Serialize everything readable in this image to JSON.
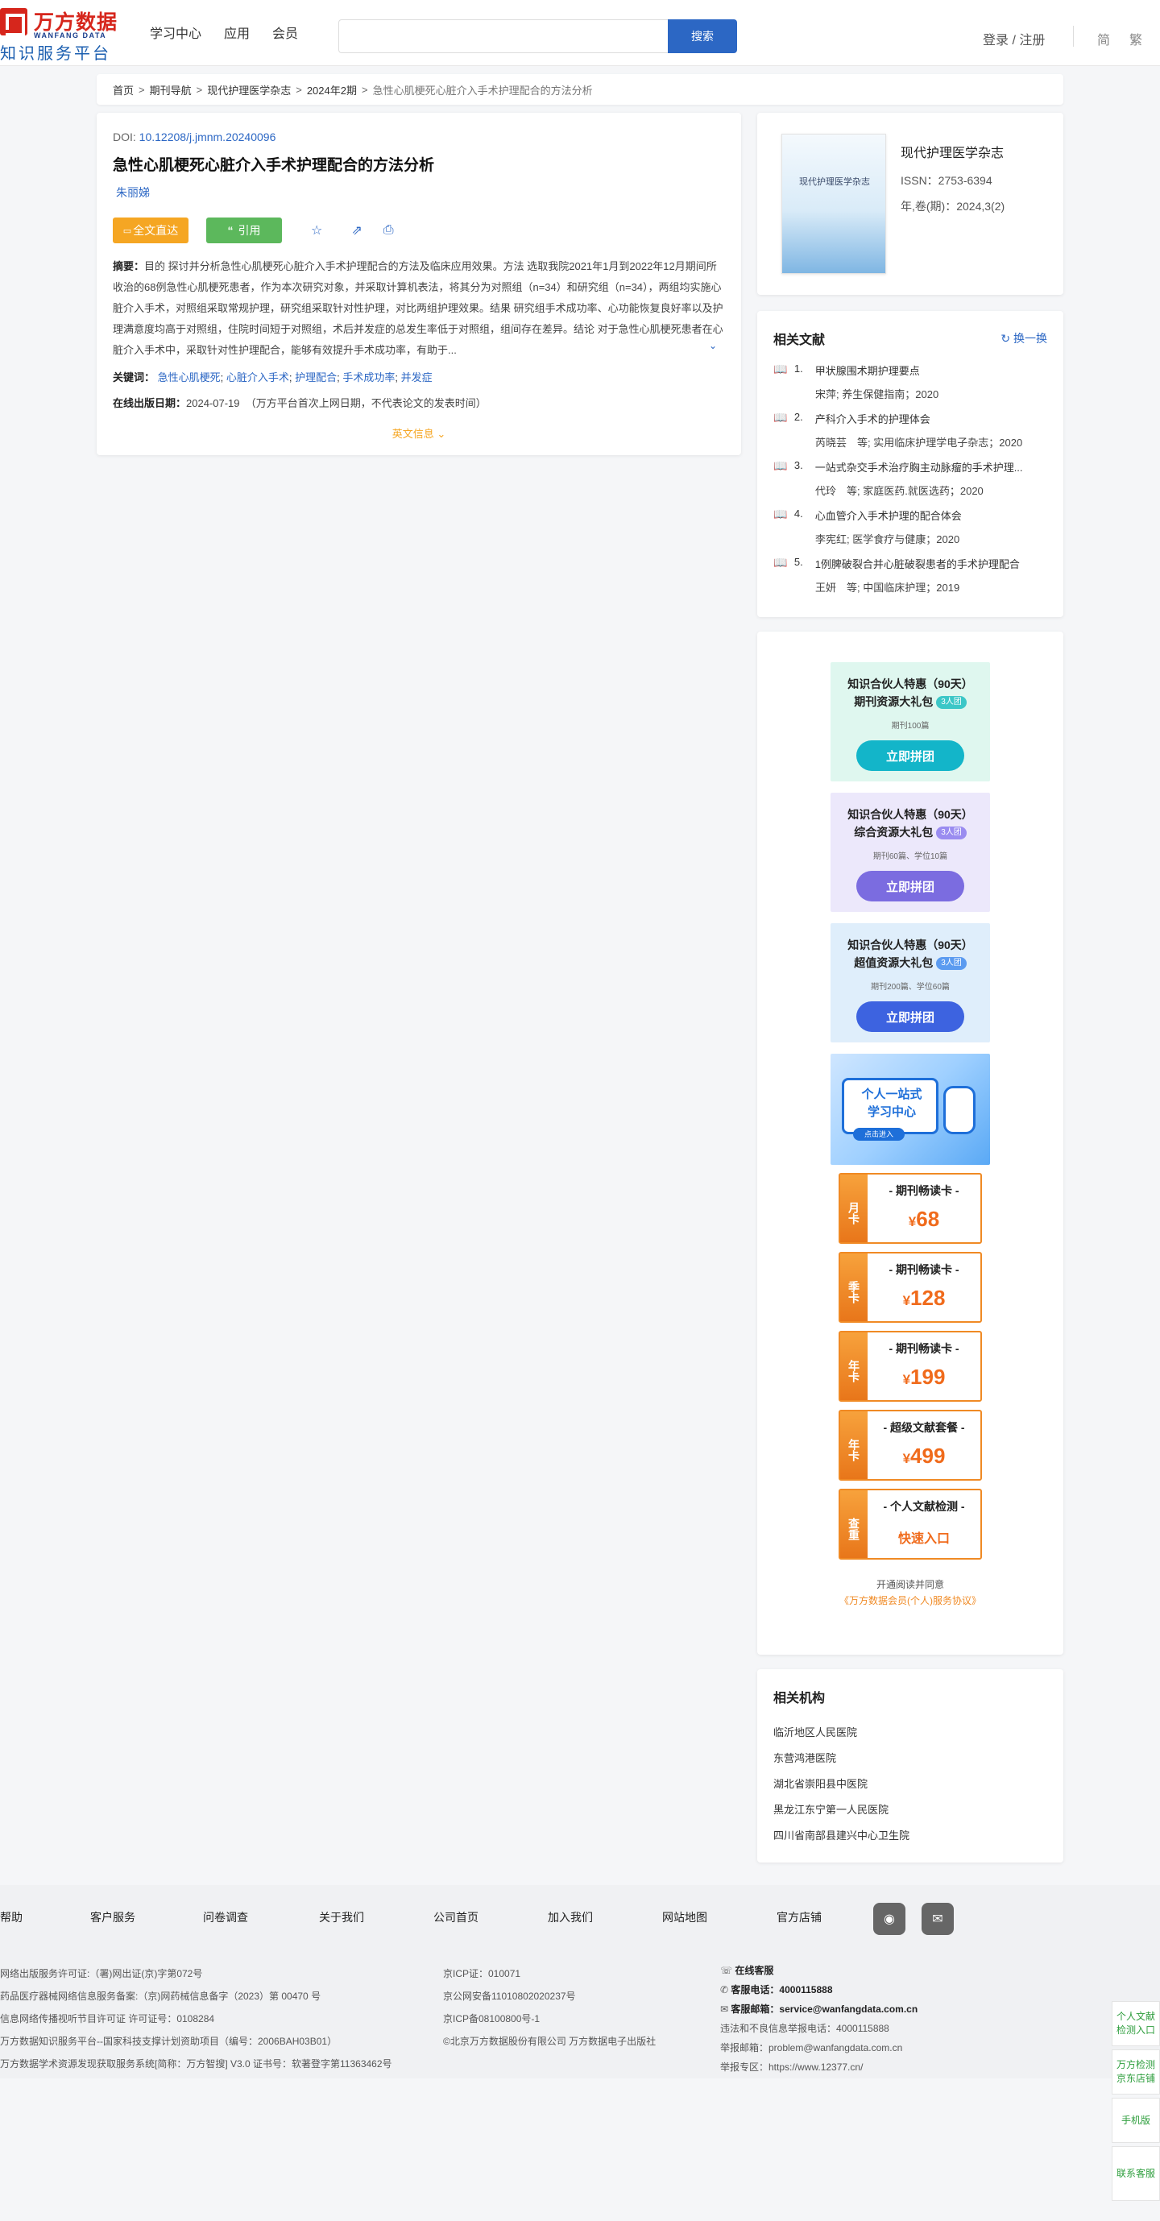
{
  "header": {
    "logo_cn": "万方数据",
    "logo_en": "WANFANG DATA",
    "logo_sub": "知识服务平台",
    "nav": [
      "学习中心",
      "应用",
      "会员"
    ],
    "search_button": "搜索",
    "login": "登录 / 注册",
    "lang_simplified": "简",
    "lang_traditional": "繁"
  },
  "breadcrumb": [
    "首页",
    "期刊导航",
    "现代护理医学杂志",
    "2024年2期",
    "急性心肌梗死心脏介入手术护理配合的方法分析"
  ],
  "article": {
    "doi_label": "DOI: ",
    "doi": "10.12208/j.jmnm.20240096",
    "title": "急性心肌梗死心脏介入手术护理配合的方法分析",
    "author": "朱丽娣",
    "btn_fulltext": "全文直达",
    "btn_cite": "引用",
    "abstract_label": "摘要：",
    "abstract": "目的 探讨并分析急性心肌梗死心脏介入手术护理配合的方法及临床应用效果。方法 选取我院2021年1月到2022年12月期间所收治的68例急性心肌梗死患者，作为本次研究对象，并采取计算机表法，将其分为对照组（n=34）和研究组（n=34），两组均实施心脏介入手术，对照组采取常规护理，研究组采取针对性护理，对比两组护理效果。结果 研究组手术成功率、心功能恢复良好率以及护理满意度均高于对照组，住院时间短于对照组，术后并发症的总发生率低于对照组，组间存在差异。结论 对于急性心肌梗死患者在心脏介入手术中，采取针对性护理配合，能够有效提升手术成功率，有助于...",
    "keywords_label": "关键词：",
    "keywords": [
      "急性心肌梗死",
      "心脏介入手术",
      "护理配合",
      "手术成功率",
      "并发症"
    ],
    "pubdate_label": "在线出版日期：",
    "pubdate": "2024-07-19",
    "pubdate_note": "（万方平台首次上网日期，不代表论文的发表时间）",
    "en_info": "英文信息"
  },
  "journal": {
    "cover_title": "现代护理医学杂志",
    "name": "现代护理医学杂志",
    "issn": "ISSN：2753-6394",
    "vol": "年,卷(期)：2024,3(2)"
  },
  "related": {
    "title": "相关文献",
    "refresh": "换一换",
    "items": [
      {
        "num": "1.",
        "title": "甲状腺围术期护理要点",
        "authors": "宋萍;",
        "source": "养生保健指南；2020"
      },
      {
        "num": "2.",
        "title": "产科介入手术的护理体会",
        "authors": "芮晓芸　等;",
        "source": "实用临床护理学电子杂志；2020"
      },
      {
        "num": "3.",
        "title": "一站式杂交手术治疗胸主动脉瘤的手术护理...",
        "authors": "代玲　等;",
        "source": "家庭医药.就医选药；2020"
      },
      {
        "num": "4.",
        "title": "心血管介入手术护理的配合体会",
        "authors": "李宪红;",
        "source": "医学食疗与健康；2020"
      },
      {
        "num": "5.",
        "title": "1例脾破裂合并心脏破裂患者的手术护理配合",
        "authors": "王妍　等;",
        "source": "中国临床护理；2019"
      }
    ]
  },
  "promo": {
    "packs": [
      {
        "line1": "知识合伙人特惠（90天）",
        "line2": "期刊资源大礼包",
        "tag": "3人团",
        "desc": "期刊100篇",
        "btn": "立即拼团",
        "bg": "#dff7ef",
        "btn_color": "#13b5c9",
        "tag_color": "#3cc7c7"
      },
      {
        "line1": "知识合伙人特惠（90天）",
        "line2": "综合资源大礼包",
        "tag": "3人团",
        "desc": "期刊60篇、学位10篇",
        "btn": "立即拼团",
        "bg": "#ece8fb",
        "btn_color": "#7b6ce0",
        "tag_color": "#9a8cf0"
      },
      {
        "line1": "知识合伙人特惠（90天）",
        "line2": "超值资源大礼包",
        "tag": "3人团",
        "desc": "期刊200篇、学位60篇",
        "btn": "立即拼团",
        "bg": "#dfeefb",
        "btn_color": "#3d63e0",
        "tag_color": "#5b9bf0"
      }
    ],
    "learn_l1": "个人一站式",
    "learn_l2": "学习中心",
    "learn_btn": "点击进入",
    "cards": [
      {
        "side": "月卡",
        "title": "- 期刊畅读卡 -",
        "price": "68"
      },
      {
        "side": "季卡",
        "title": "- 期刊畅读卡 -",
        "price": "128"
      },
      {
        "side": "年卡",
        "title": "- 期刊畅读卡 -",
        "price": "199"
      },
      {
        "side": "年卡",
        "title": "- 超级文献套餐 -",
        "price": "499"
      }
    ],
    "check_card": {
      "side": "查重",
      "title": "- 个人文献检测 -",
      "action": "快速入口"
    },
    "currency": "¥",
    "agree1": "开通阅读并同意",
    "agree2": "《万方数据会员(个人)服务协议》"
  },
  "institutions": {
    "title": "相关机构",
    "items": [
      "临沂地区人民医院",
      "东营鸿港医院",
      "湖北省崇阳县中医院",
      "黑龙江东宁第一人民医院",
      "四川省南部县建兴中心卫生院"
    ]
  },
  "footer": {
    "nav": [
      "帮助",
      "客户服务",
      "问卷调查",
      "关于我们",
      "公司首页",
      "加入我们",
      "网站地图",
      "官方店铺"
    ],
    "col1": [
      "网络出版服务许可证:（署)网出证(京)字第072号",
      "药品医疗器械网络信息服务备案:（京)网药械信息备字（2023）第 00470 号",
      "信息网络传播视听节目许可证 许可证号：0108284",
      "万方数据知识服务平台--国家科技支撑计划资助项目（编号：2006BAH03B01）",
      "万方数据学术资源发现获取服务系统[简称：万方智搜] V3.0 证书号：软著登字第11363462号"
    ],
    "col2": [
      "京ICP证：010071",
      "京公网安备11010802020237号",
      "京ICP备08100800号-1",
      "©北京万方数据股份有限公司 万方数据电子出版社"
    ],
    "online_service": "在线客服",
    "phone_label": "客服电话：",
    "phone": "4000115888",
    "email_label": "客服邮箱：",
    "email": "service@wanfangdata.com.cn",
    "report_phone": "违法和不良信息举报电话：4000115888",
    "report_email": "举报邮箱：problem@wanfangdata.com.cn",
    "report_area": "举报专区：https://www.12377.cn/"
  },
  "floats": [
    "个人文献检测入口",
    "万方检测京东店铺",
    "手机版",
    "联系客服"
  ]
}
